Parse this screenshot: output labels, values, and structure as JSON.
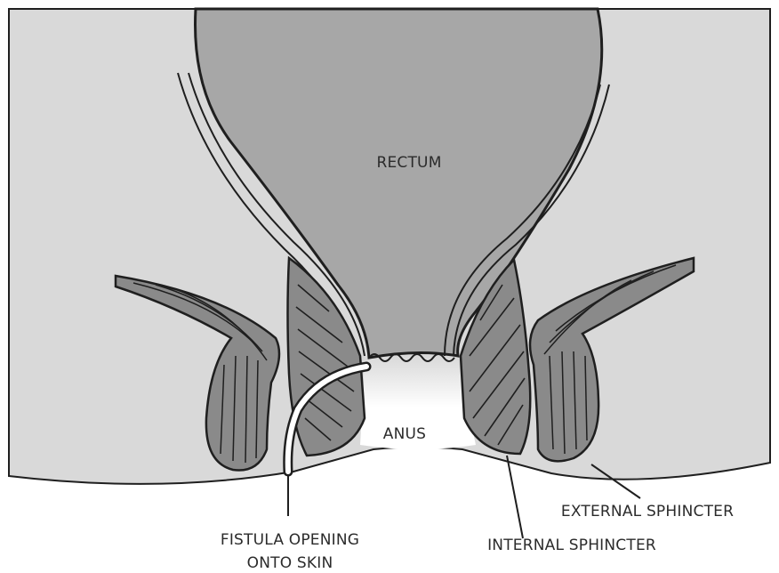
{
  "labels": {
    "rectum": "RECTUM",
    "anus": "ANUS",
    "external_sphincter": "EXTERNAL SPHINCTER",
    "internal_sphincter": "INTERNAL SPHINCTER",
    "fistula_line1": "FISTULA OPENING",
    "fistula_line2": "ONTO SKIN"
  },
  "colors": {
    "tissue": "#d9d9d9",
    "muscle": "#8a8a8a",
    "rectum_fill": "#a7a7a7",
    "outline": "#1f1f1f",
    "background": "#ffffff",
    "anal_opening": "#ffffff"
  }
}
